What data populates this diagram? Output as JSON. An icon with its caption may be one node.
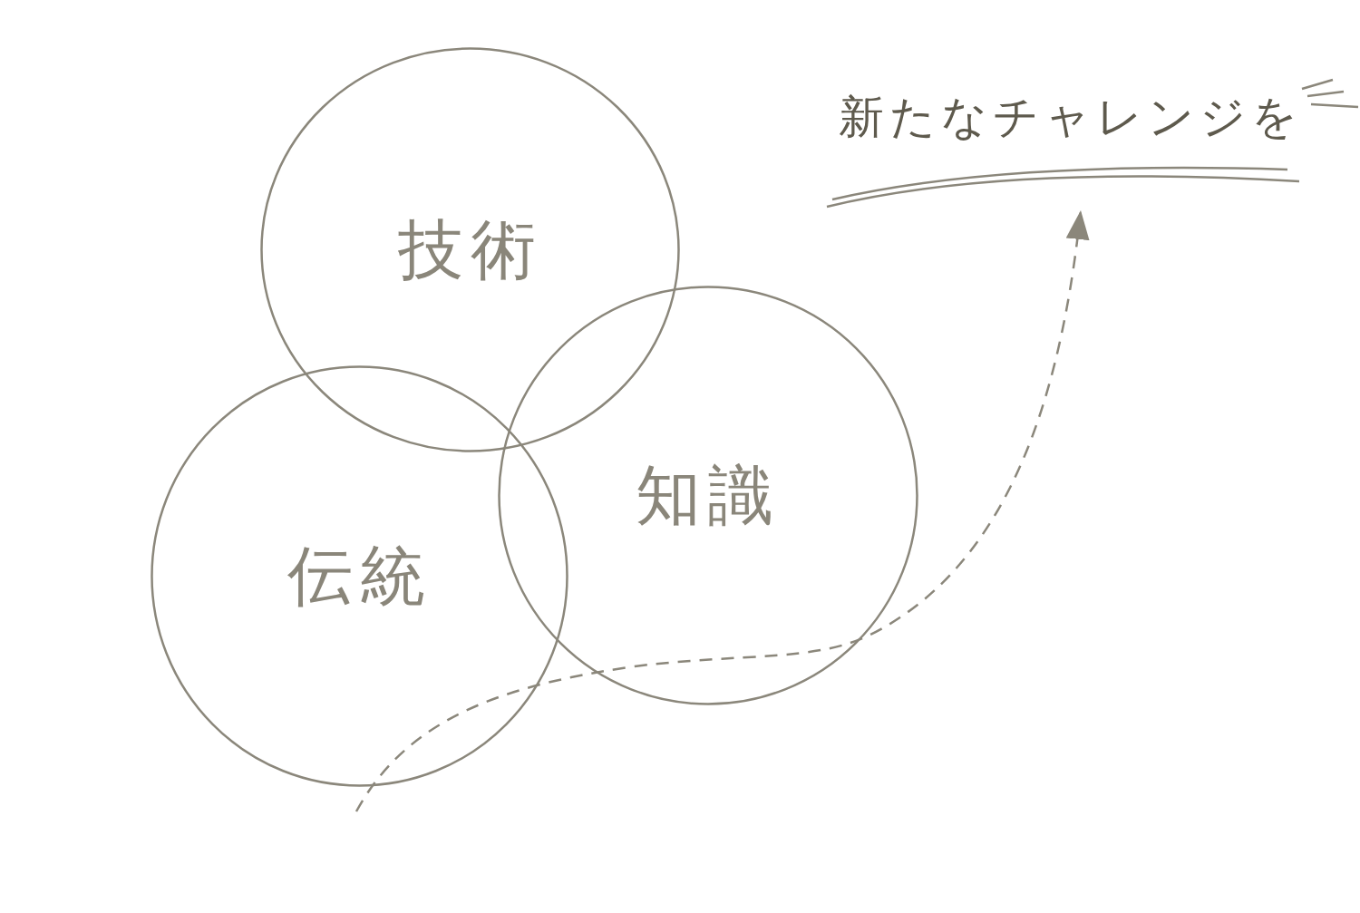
{
  "diagram": {
    "nodes": [
      {
        "text": [
          "技術"
        ]
      },
      {
        "text": [
          "知識"
        ]
      },
      {
        "text": [
          "伝統"
        ]
      },
      {
        "text": [
          "新たなチャレンジを"
        ]
      }
    ],
    "edges": [
      {
        "from": null,
        "to": 3,
        "arrow": "to",
        "style": "dashed"
      }
    ]
  }
}
